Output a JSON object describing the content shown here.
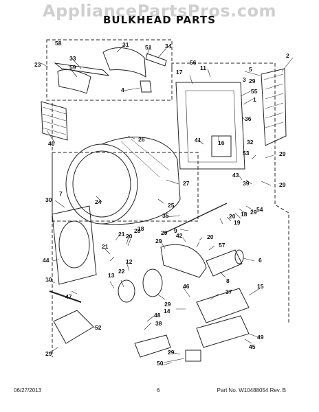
{
  "watermark": "AppliancePartsPros.com",
  "title": "BULKHEAD PARTS",
  "footer": {
    "date": "06/27/2013",
    "page": "6",
    "part_no": "Part No. W10488054  Rev. B"
  },
  "callouts": [
    "58",
    "31",
    "51",
    "34",
    "33",
    "59",
    "23",
    "4",
    "2",
    "56",
    "11",
    "5",
    "17",
    "3",
    "29",
    "55",
    "1",
    "36",
    "40",
    "26",
    "41",
    "16",
    "32",
    "53",
    "29",
    "7",
    "27",
    "43",
    "39",
    "29",
    "30",
    "24",
    "25",
    "35",
    "54",
    "21",
    "19",
    "20",
    "18",
    "29",
    "9",
    "42",
    "20",
    "18",
    "21",
    "20",
    "28",
    "44",
    "29",
    "29",
    "57",
    "12",
    "6",
    "10",
    "13",
    "22",
    "8",
    "47",
    "37",
    "29",
    "46",
    "15",
    "48",
    "14",
    "38",
    "52",
    "49",
    "45",
    "29",
    "50",
    "29"
  ]
}
